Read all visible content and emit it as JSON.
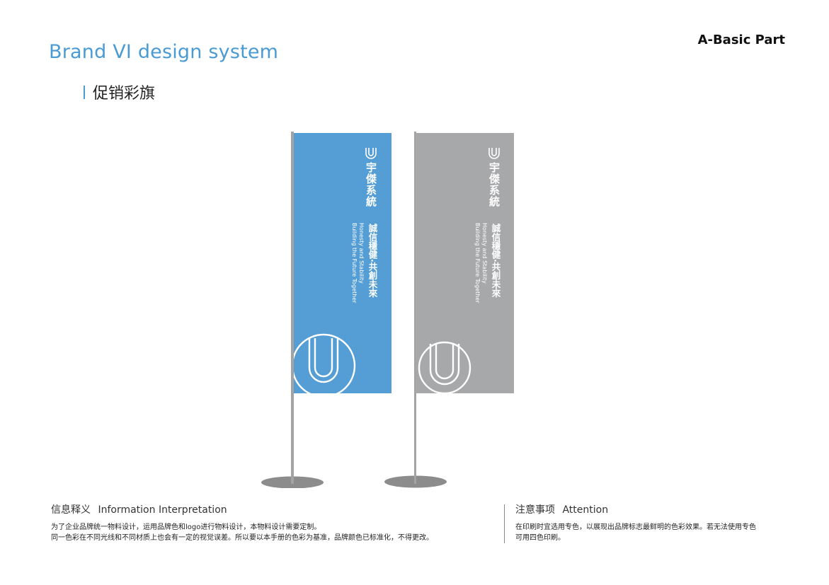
{
  "header": {
    "title": "Brand VI design system",
    "part": "A-Basic Part"
  },
  "section": {
    "title": "促销彩旗"
  },
  "flags": [
    {
      "color": "#559ed5",
      "brand_name": "宇傑系統",
      "slogan_cn": "誠信穩健·共創未來",
      "slogan_en_1": "Honesty and Stability",
      "slogan_en_2": "Building the Future Together"
    },
    {
      "color": "#a7a8aa",
      "brand_name": "宇傑系統",
      "slogan_cn": "誠信穩健·共創未來",
      "slogan_en_1": "Honesty and Stability",
      "slogan_en_2": "Building the Future Together"
    }
  ],
  "colors": {
    "accent": "#4a9ad4",
    "pole": "#9c9c9c",
    "base": "#8c8c8c"
  },
  "info": {
    "heading_cn": "信息释义",
    "heading_en": "Information Interpretation",
    "line1": "为了企业品牌统一物料设计，运用品牌色和logo进行物料设计，本物料设计需要定制。",
    "line2": "同一色彩在不同光线和不同材质上也会有一定的视觉误差。所以要以本手册的色彩为基准，品牌颜色已标准化，不得更改。"
  },
  "attention": {
    "heading_cn": "注意事项",
    "heading_en": "Attention",
    "line1": "在印刷时宜选用专色，以展现出品牌标志最鲜明的色彩效果。若无法使用专色",
    "line2": "可用四色印刷。"
  }
}
